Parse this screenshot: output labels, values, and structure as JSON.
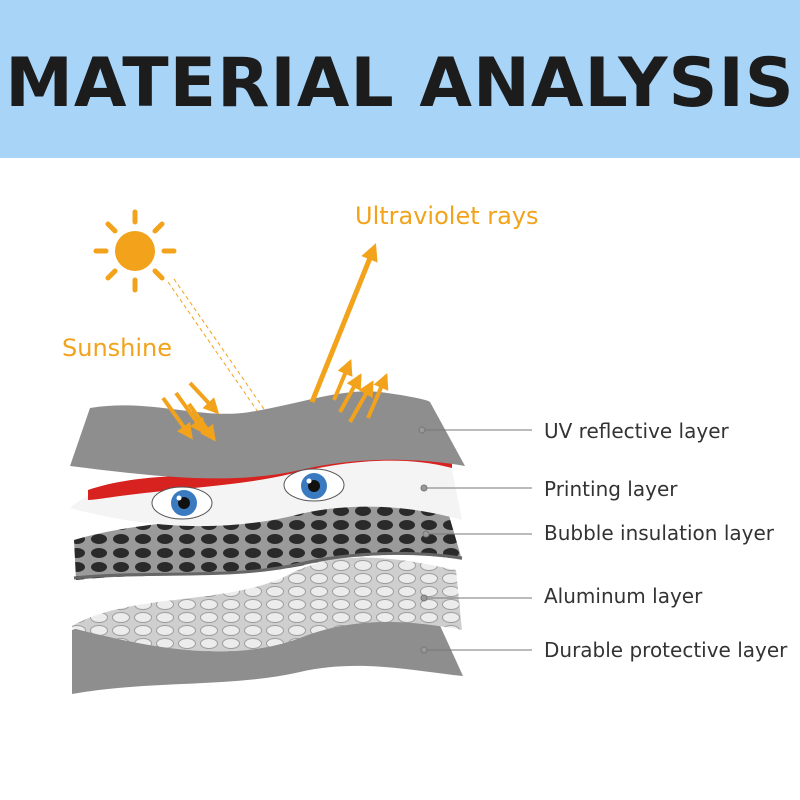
{
  "title": "MATERIAL ANALYSIS",
  "sun": {
    "label": "Sunshine",
    "icon": "sun-icon"
  },
  "uv": {
    "label": "Ultraviolet rays"
  },
  "layers": [
    {
      "id": "uv-reflective",
      "label": "UV reflective layer"
    },
    {
      "id": "printing",
      "label": "Printing layer"
    },
    {
      "id": "bubble-insulation",
      "label": "Bubble insulation layer"
    },
    {
      "id": "aluminum",
      "label": "Aluminum layer"
    },
    {
      "id": "durable-protective",
      "label": "Durable protective layer"
    }
  ],
  "colors": {
    "header_bg": "#a8d4f8",
    "accent": "#f2a31b",
    "layer_gray": "#8e8e8e",
    "print_red": "#d8221f",
    "foil": "#d6d6d6"
  }
}
